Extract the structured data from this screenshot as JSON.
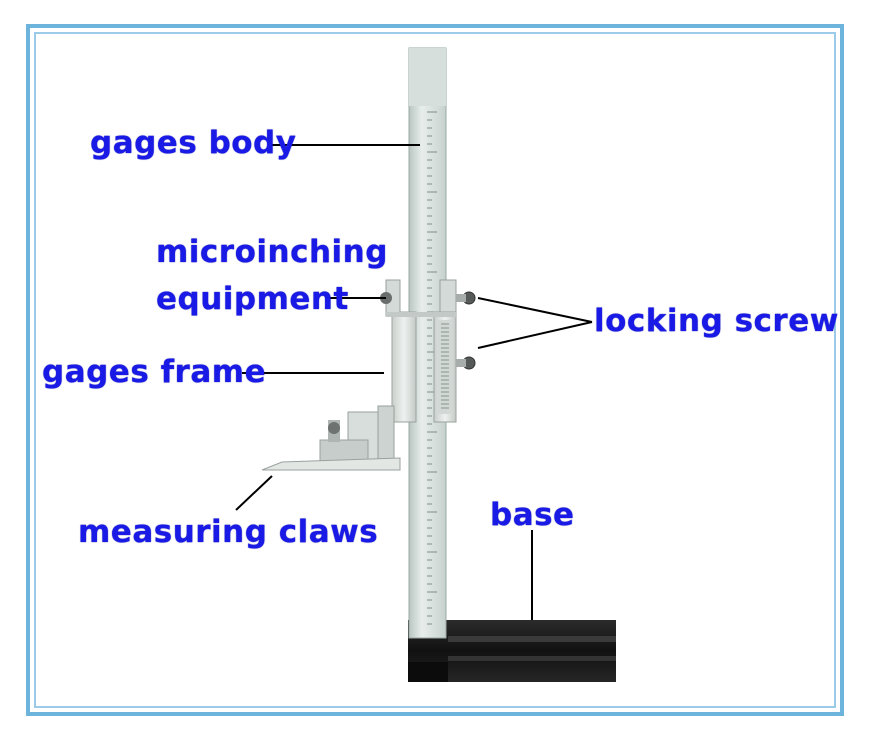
{
  "labels": {
    "gages_body": "gages body",
    "microinching_line1": "microinching",
    "microinching_line2": "equipment",
    "gages_frame": "gages frame",
    "measuring_claws": "measuring claws",
    "locking_screw": "locking screw",
    "base": "base"
  },
  "colors": {
    "label_text": "#1a1ae6",
    "border": "#6cb4dc",
    "leader_line": "#000000",
    "beam": "#d8e2de",
    "base": "#1a1a1a"
  }
}
